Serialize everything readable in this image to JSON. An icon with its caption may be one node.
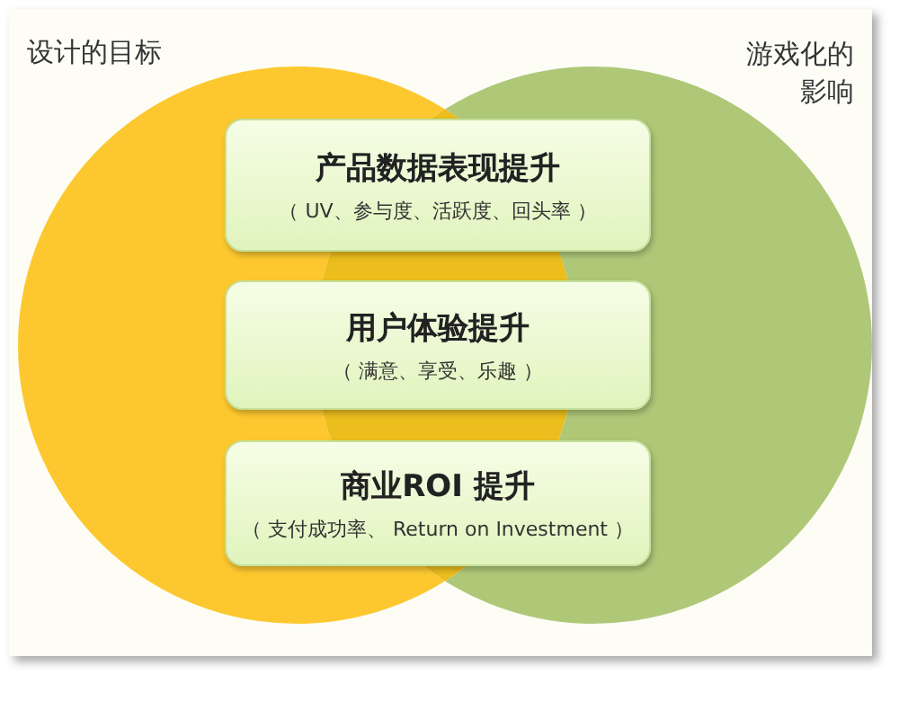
{
  "diagram": {
    "nodes": [
      {
        "text": [
          "设计的目标"
        ]
      },
      {
        "text": [
          "游戏化的影响"
        ]
      },
      {
        "text": [
          "产品数据表现提升",
          "（ UV、参与度、活跃度、回头率 ）"
        ]
      },
      {
        "text": [
          "用户体验提升",
          "（ 满意、享受、乐趣 ）"
        ]
      },
      {
        "text": [
          "商业ROI 提升",
          "（ 支付成功率、 Return on Investment ）"
        ]
      }
    ]
  }
}
